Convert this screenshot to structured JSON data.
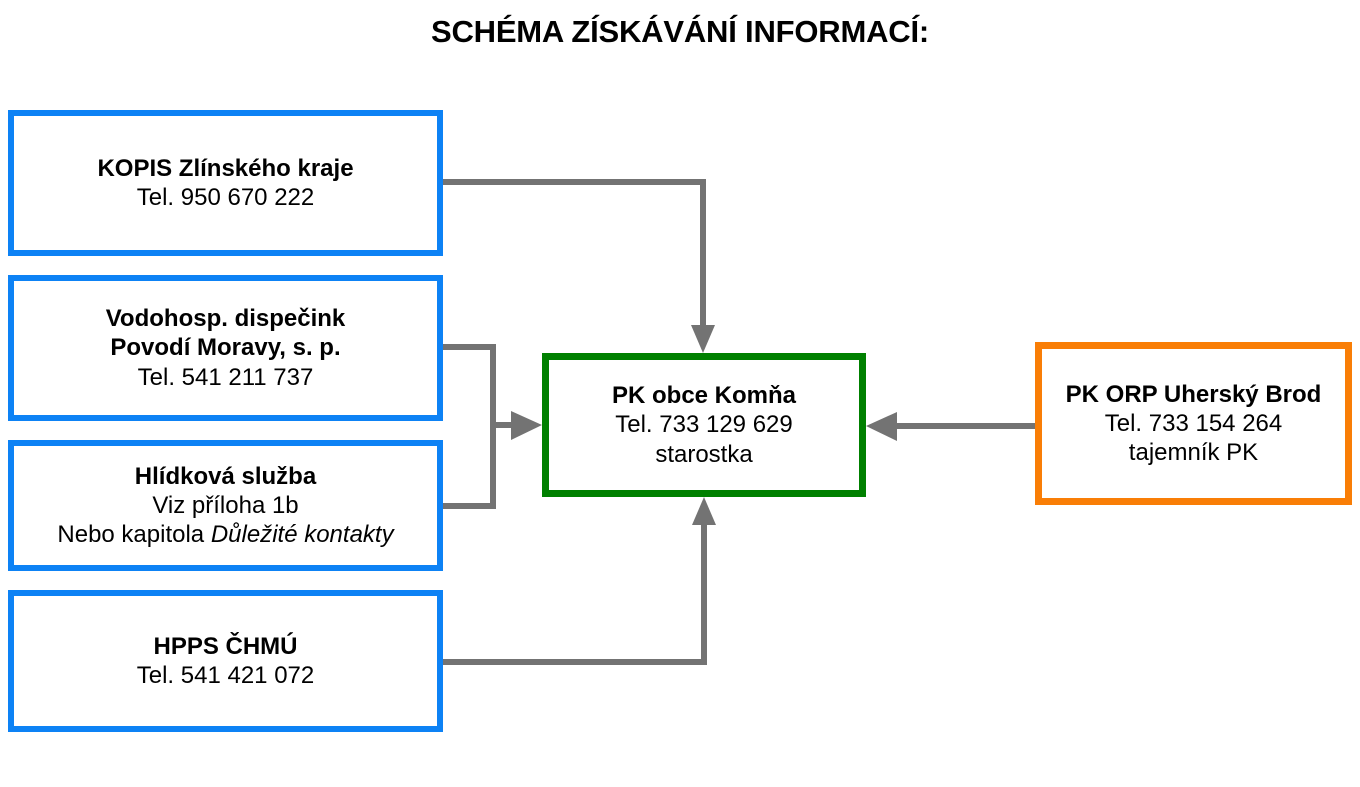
{
  "title": "SCHÉMA ZÍSKÁVÁNÍ INFORMACÍ:",
  "colors": {
    "source_box_border": "#0d82f5",
    "center_box_border": "#008000",
    "orp_box_border": "#f97e06",
    "connector": "#737373",
    "text": "#000000",
    "background": "#ffffff"
  },
  "nodes": {
    "kopis": {
      "line1": "KOPIS Zlínského kraje",
      "line2": "Tel. 950 670 222"
    },
    "vodohosp": {
      "line1": "Vodohosp. dispečink",
      "line2": "Povodí Moravy, s. p.",
      "line3": "Tel. 541 211 737"
    },
    "hlidkova": {
      "line1": "Hlídková služba",
      "line2": "Viz příloha 1b",
      "line3_prefix": "Nebo kapitola ",
      "line3_italic": "Důležité kontakty"
    },
    "hpps": {
      "line1": "HPPS ČHMÚ",
      "line2": "Tel. 541 421 072"
    },
    "pk_komna": {
      "line1": "PK obce Komňa",
      "line2": "Tel. 733 129 629",
      "line3": "starostka"
    },
    "pk_orp": {
      "line1": "PK ORP Uherský Brod",
      "line2": "Tel. 733 154 264",
      "line3": "tajemník PK"
    }
  },
  "edges": [
    {
      "from": "kopis",
      "to": "pk_komna",
      "direction": "down"
    },
    {
      "from": "vodohosp",
      "to": "pk_komna",
      "direction": "right"
    },
    {
      "from": "hlidkova",
      "to": "pk_komna",
      "direction": "right"
    },
    {
      "from": "hpps",
      "to": "pk_komna",
      "direction": "up"
    },
    {
      "from": "pk_orp",
      "to": "pk_komna",
      "direction": "left"
    }
  ]
}
